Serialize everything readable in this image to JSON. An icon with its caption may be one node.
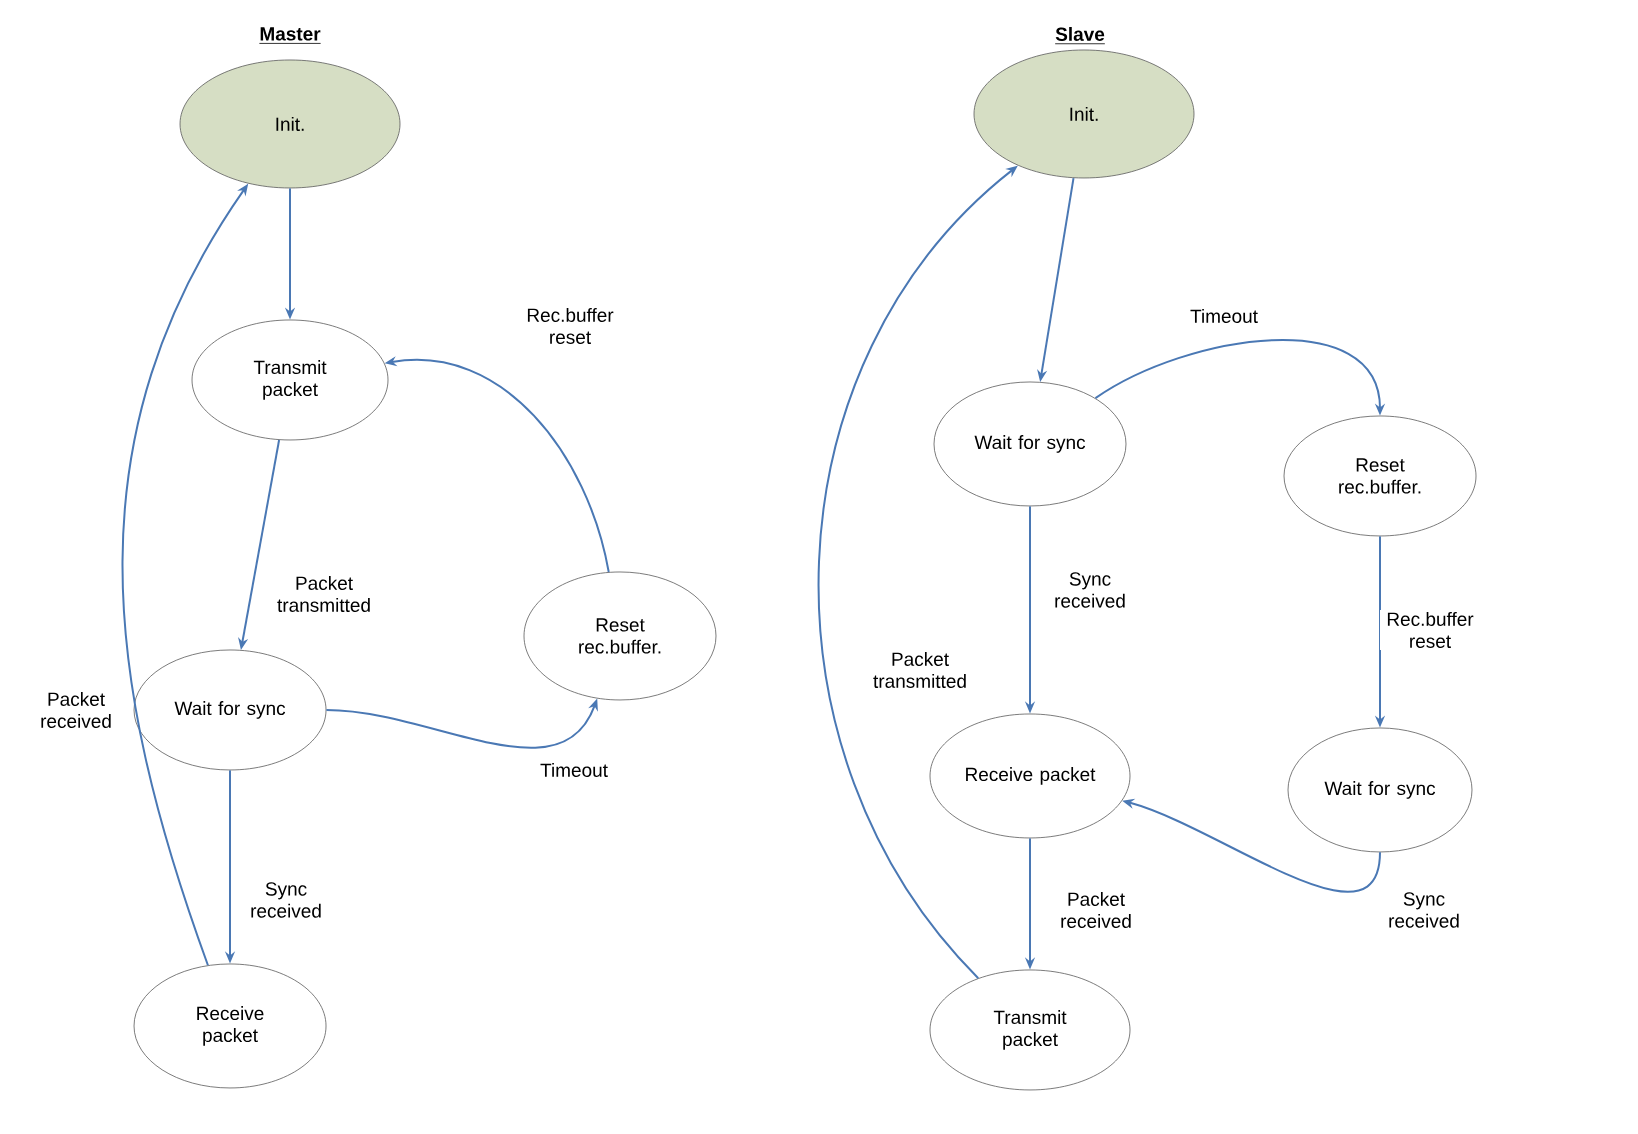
{
  "diagram": {
    "nodes": [
      {
        "text": [
          "Init."
        ]
      },
      {
        "text": [
          "Transmit packet"
        ]
      },
      {
        "text": [
          "Reset rec.buffer."
        ]
      },
      {
        "text": [
          "Wait for sync"
        ]
      },
      {
        "text": [
          "Receive packet"
        ]
      },
      {
        "text": [
          "Init."
        ]
      },
      {
        "text": [
          "Wait for sync"
        ]
      },
      {
        "text": [
          "Reset rec.buffer."
        ]
      },
      {
        "text": [
          "Wait for sync"
        ]
      },
      {
        "text": [
          "Receive packet"
        ]
      },
      {
        "text": [
          "Transmit packet"
        ]
      }
    ],
    "edges": [
      {
        "from": 0,
        "to": 1,
        "arrow": "to"
      },
      {
        "from": 1,
        "to": 3,
        "arrow": "to",
        "label": "Packet transmitted"
      },
      {
        "from": 3,
        "to": 2,
        "arrow": "to",
        "label": "Timeout"
      },
      {
        "from": 2,
        "to": 1,
        "arrow": "to",
        "label": "Rec.buffer reset"
      },
      {
        "from": 3,
        "to": 4,
        "arrow": "to",
        "label": "Sync received"
      },
      {
        "from": 4,
        "to": 0,
        "arrow": "to",
        "label": "Packet received"
      },
      {
        "from": 5,
        "to": 6,
        "arrow": "to"
      },
      {
        "from": 6,
        "to": 7,
        "arrow": "to",
        "label": "Timeout"
      },
      {
        "from": 7,
        "to": 8,
        "arrow": "to",
        "label": "Rec.buffer reset"
      },
      {
        "from": 8,
        "to": 9,
        "arrow": "to",
        "label": "Sync received"
      },
      {
        "from": 6,
        "to": 9,
        "arrow": "to",
        "label": "Sync received"
      },
      {
        "from": 9,
        "to": 10,
        "arrow": "to",
        "label": "Packet received"
      },
      {
        "from": 10,
        "to": 5,
        "arrow": "to",
        "label": "Packet transmitted"
      }
    ],
    "labels": [
      "Master",
      "Slave"
    ]
  }
}
